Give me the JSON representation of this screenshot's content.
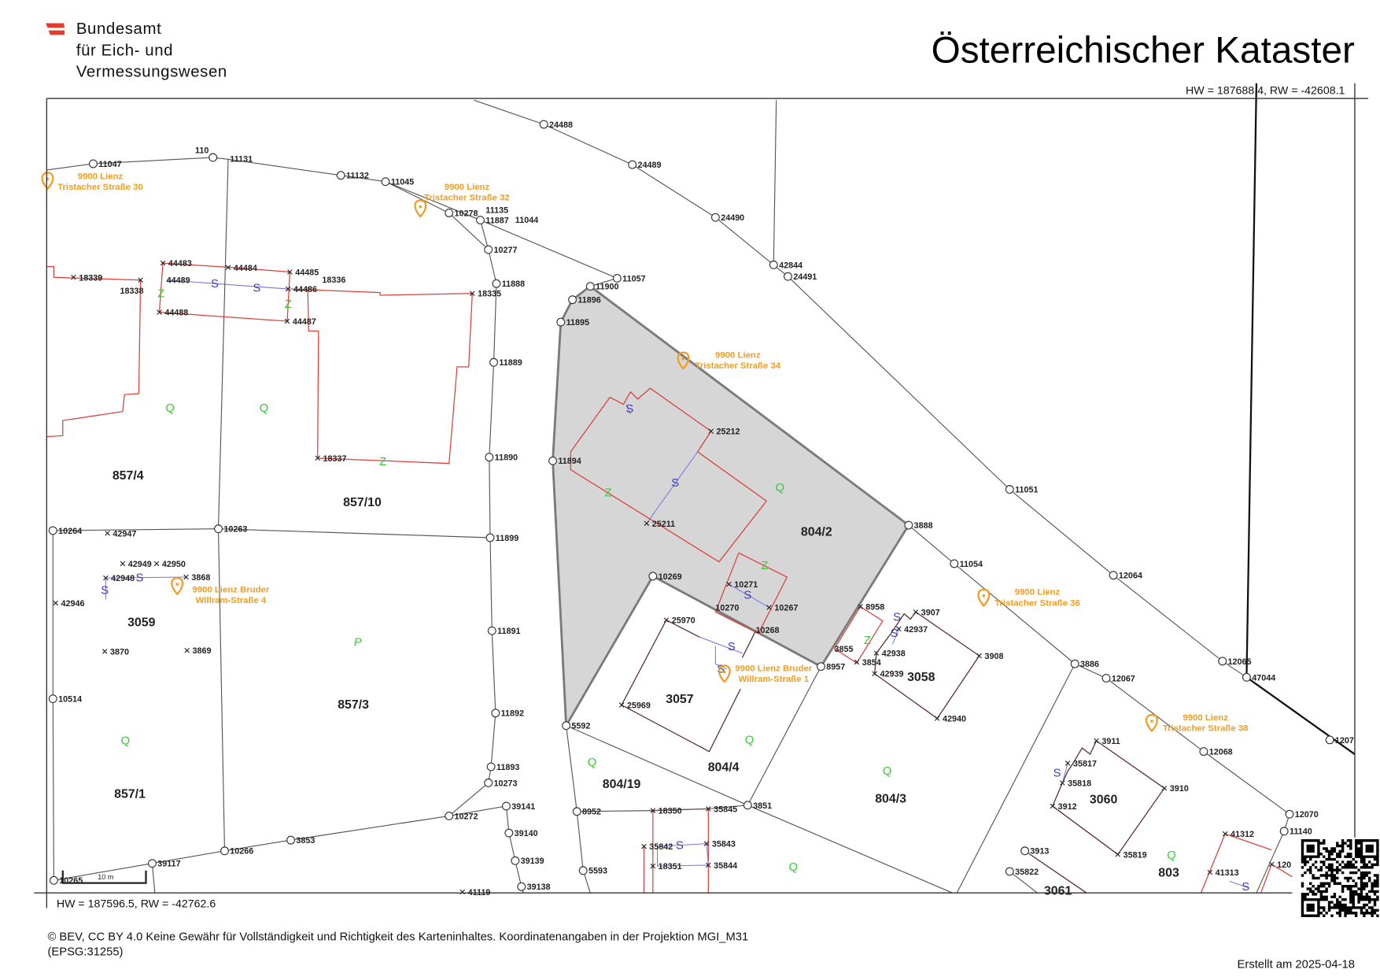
{
  "header": {
    "logo_lines": [
      "Bundesamt",
      "für Eich- und",
      "Vermessungswesen"
    ],
    "title": "Österreichischer Kataster",
    "coord_top_right": "HW = 187688.4, RW = -42608.1"
  },
  "map": {
    "highlight_parcel": "804/2",
    "colors": {
      "parcel_fill": "#d6d6d6",
      "building": "#d9413a",
      "building_brown": "#5a2a2a",
      "address": "#f39c1f",
      "usage_green": "#33cc33",
      "usage_blue": "#3a3acc"
    },
    "points": [
      "11047",
      "110",
      "11131",
      "11132",
      "11045",
      "10278",
      "11135",
      "11887",
      "11044",
      "10277",
      "11888",
      "11889",
      "11890",
      "11899",
      "11891",
      "11892",
      "11893",
      "10273",
      "10272",
      "39141",
      "39140",
      "39139",
      "39138",
      "3853",
      "10266",
      "39117",
      "10265",
      "10264",
      "10263",
      "10514",
      "24488",
      "24489",
      "24490",
      "42844",
      "24491",
      "11057",
      "11900",
      "11896",
      "11895",
      "11894",
      "11051",
      "3888",
      "11054",
      "12064",
      "12065",
      "47044",
      "1207",
      "3886",
      "12067",
      "12068",
      "12070",
      "11140",
      "10269",
      "8957",
      "5592",
      "8952",
      "5593",
      "3851",
      "3913",
      "35822",
      "18339",
      "18338",
      "44483",
      "44484",
      "44485",
      "44489",
      "44486",
      "18336",
      "18335",
      "44488",
      "44487",
      "18337",
      "42947",
      "42949",
      "42950",
      "42948",
      "3868",
      "42946",
      "3870",
      "3869",
      "25212",
      "25211",
      "10271",
      "10267",
      "10270",
      "10268",
      "8958",
      "3907",
      "42937",
      "42938",
      "3855",
      "3854",
      "42939",
      "3908",
      "42940",
      "25970",
      "25969",
      "18350",
      "35845",
      "35842",
      "35843",
      "18351",
      "35844",
      "3911",
      "35817",
      "35818",
      "3910",
      "3912",
      "35819",
      "41312",
      "41313",
      "41119",
      "120"
    ],
    "parcels": [
      "857/4",
      "857/10",
      "3059",
      "857/3",
      "857/1",
      "804/2",
      "3057",
      "3058",
      "804/4",
      "804/19",
      "804/3",
      "3060",
      "803",
      "3061"
    ],
    "usage_marks": [
      "Q",
      "Q",
      "Q",
      "Q",
      "Q",
      "Q",
      "Q",
      "P",
      "Q",
      "Q",
      "Z",
      "Z",
      "Z",
      "Z",
      "Z",
      "Z",
      "S",
      "S",
      "S",
      "S",
      "S",
      "S",
      "S",
      "S",
      "S",
      "S",
      "S",
      "S",
      "S",
      "S"
    ],
    "addresses": [
      {
        "line1": "9900 Lienz",
        "line2": "Tristacher Straße 30"
      },
      {
        "line1": "9900 Lienz",
        "line2": "Tristacher Straße 32"
      },
      {
        "line1": "9900 Lienz",
        "line2": "Tristacher Straße 34"
      },
      {
        "line1": "9900 Lienz Bruder",
        "line2": "Willram-Straße 4"
      },
      {
        "line1": "9900 Lienz Bruder",
        "line2": "Willram-Straße 1"
      },
      {
        "line1": "9900 Lienz",
        "line2": "Tristacher Straße 36"
      },
      {
        "line1": "9900 Lienz",
        "line2": "Tristacher Straße 38"
      }
    ],
    "scale_bar_label": "10 m"
  },
  "footer": {
    "coord_bottom_left": "HW = 187596.5, RW = -42762.6",
    "disclaimer_line1": "© BEV, CC BY 4.0 Keine Gewähr für Vollständigkeit und Richtigkeit des Karteninhaltes. Koordinatenangaben in der Projektion  MGI_M31",
    "disclaimer_line2": "(EPSG:31255)",
    "created": "Erstellt am 2025-04-18"
  }
}
